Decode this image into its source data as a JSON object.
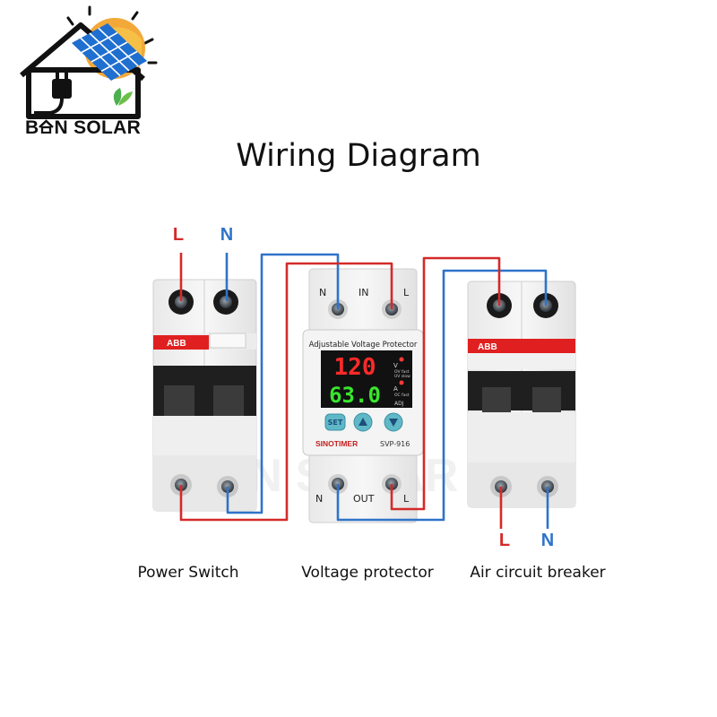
{
  "logo": {
    "brand": "B⌂N SOLAR",
    "brand_left": "B",
    "brand_right": "N SOLAR"
  },
  "title": "Wiring Diagram",
  "watermark": "B⌂N SOLAR",
  "power_switch": {
    "brand_label": "ABB",
    "top_labels": [
      "L",
      "N"
    ],
    "caption": "Power Switch"
  },
  "voltage_protector": {
    "top_terminals": [
      "N",
      "IN",
      "L"
    ],
    "bottom_terminals": [
      "N",
      "OUT",
      "L"
    ],
    "header": "Adjustable Voltage Protector",
    "display_voltage": "120",
    "display_current": "63.0",
    "unit_v": "V",
    "unit_a": "A",
    "side_v": [
      "OV fast",
      "UV slow"
    ],
    "side_a": [
      "OC fast"
    ],
    "adj": "ADJ",
    "btn_set": "SET",
    "brand": "SINOTIMER",
    "model": "SVP-916",
    "caption": "Voltage protector"
  },
  "air_breaker": {
    "brand_label": "ABB",
    "bottom_labels": [
      "L",
      "N"
    ],
    "caption": "Air circuit breaker"
  },
  "colors": {
    "live": "#d42a2a",
    "neutral": "#2f73c9",
    "display_red": "#ff2a2a",
    "display_green": "#39e62e",
    "abb_red": "#e02020",
    "button_teal": "#5fb8c8"
  }
}
